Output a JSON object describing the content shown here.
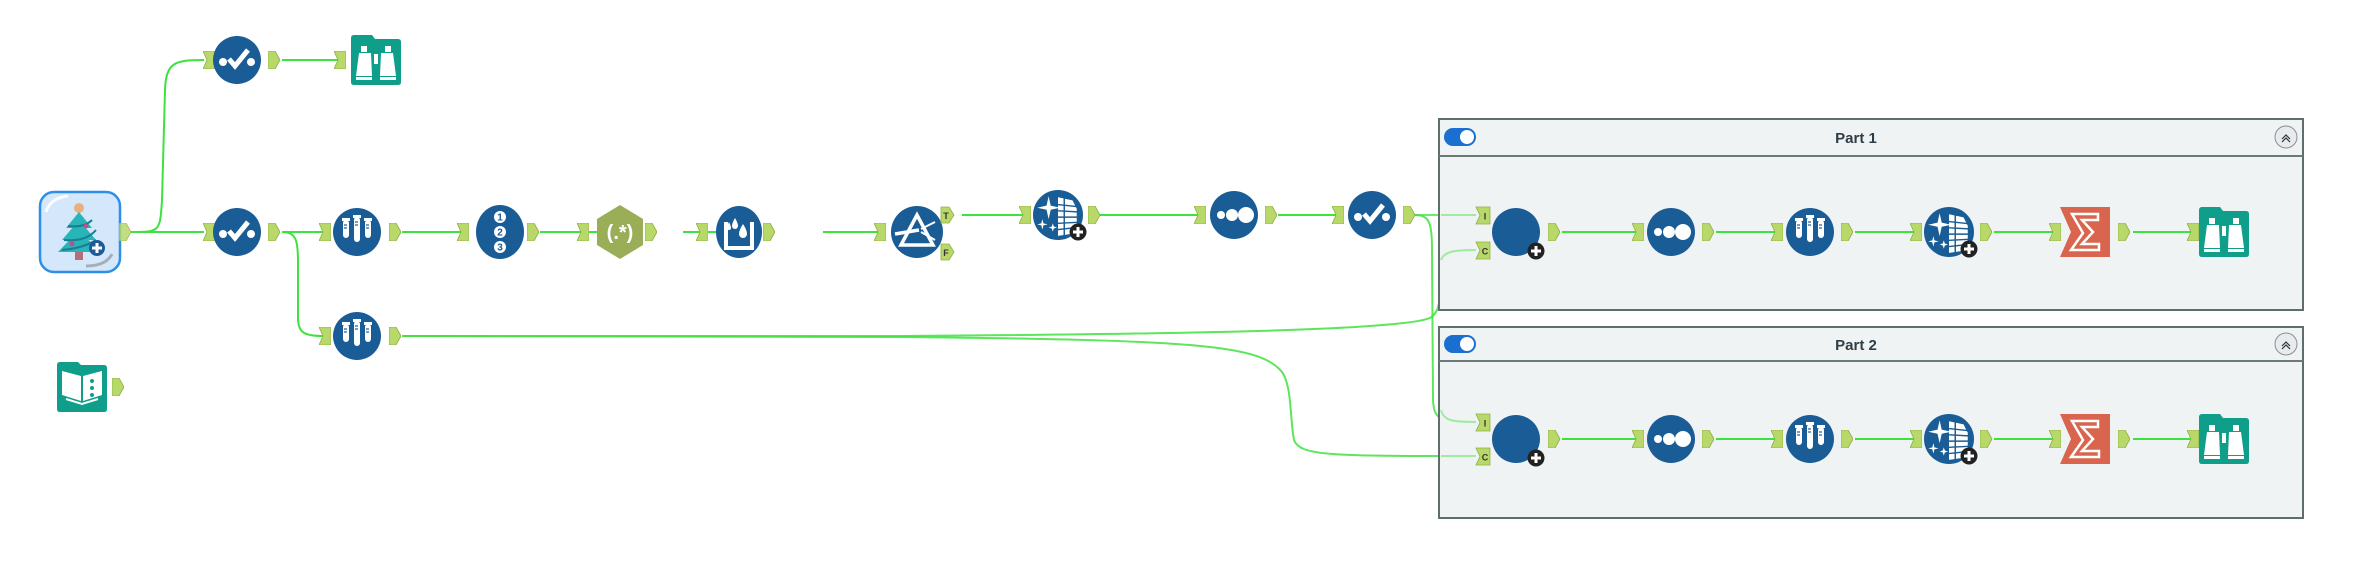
{
  "canvas": {
    "connection_color": "#3ee23e",
    "anchor_color": "#b8d96a",
    "tool_blue": "#1a5c96",
    "tool_teal": "#0f9e8a",
    "tool_olive": "#9aae57",
    "tool_orange": "#d9654e"
  },
  "tools": [
    {
      "id": "input",
      "type": "macro-input",
      "icon": "tree-icon",
      "selected": true
    },
    {
      "id": "select_top",
      "type": "select",
      "icon": "check-select-icon"
    },
    {
      "id": "browse_top",
      "type": "browse",
      "icon": "binoculars-icon"
    },
    {
      "id": "select_main",
      "type": "select",
      "icon": "check-select-icon"
    },
    {
      "id": "sample_main",
      "type": "sample",
      "icon": "test-tubes-icon"
    },
    {
      "id": "record_id",
      "type": "record-id",
      "icon": "numbered-list-icon",
      "glyphs": [
        "1",
        "2",
        "3"
      ]
    },
    {
      "id": "regex",
      "type": "regex",
      "icon": "regex-icon",
      "label": "(.*)"
    },
    {
      "id": "cleanse",
      "type": "data-cleansing",
      "icon": "water-drops-icon"
    },
    {
      "id": "filter",
      "type": "filter",
      "icon": "prism-filter-icon",
      "anchors": [
        "T",
        "F"
      ]
    },
    {
      "id": "formula_main",
      "type": "multi-field-formula",
      "icon": "sparkle-table-icon"
    },
    {
      "id": "unique_main",
      "type": "unique",
      "icon": "three-dots-icon"
    },
    {
      "id": "select_end",
      "type": "select",
      "icon": "check-select-icon"
    },
    {
      "id": "sample_low",
      "type": "sample",
      "icon": "test-tubes-icon"
    },
    {
      "id": "book",
      "type": "text-input",
      "icon": "book-icon"
    }
  ],
  "containers": [
    {
      "title": "Part 1",
      "enabled": true,
      "collapse_icon": "^",
      "anchors": [
        "I",
        "C"
      ],
      "tools": [
        "join-macro",
        "unique",
        "sample",
        "multi-field-formula",
        "summarize",
        "browse"
      ]
    },
    {
      "title": "Part 2",
      "enabled": true,
      "collapse_icon": "^",
      "anchors": [
        "I",
        "C"
      ],
      "tools": [
        "join-macro",
        "unique",
        "sample",
        "multi-field-formula",
        "summarize",
        "browse"
      ]
    }
  ]
}
